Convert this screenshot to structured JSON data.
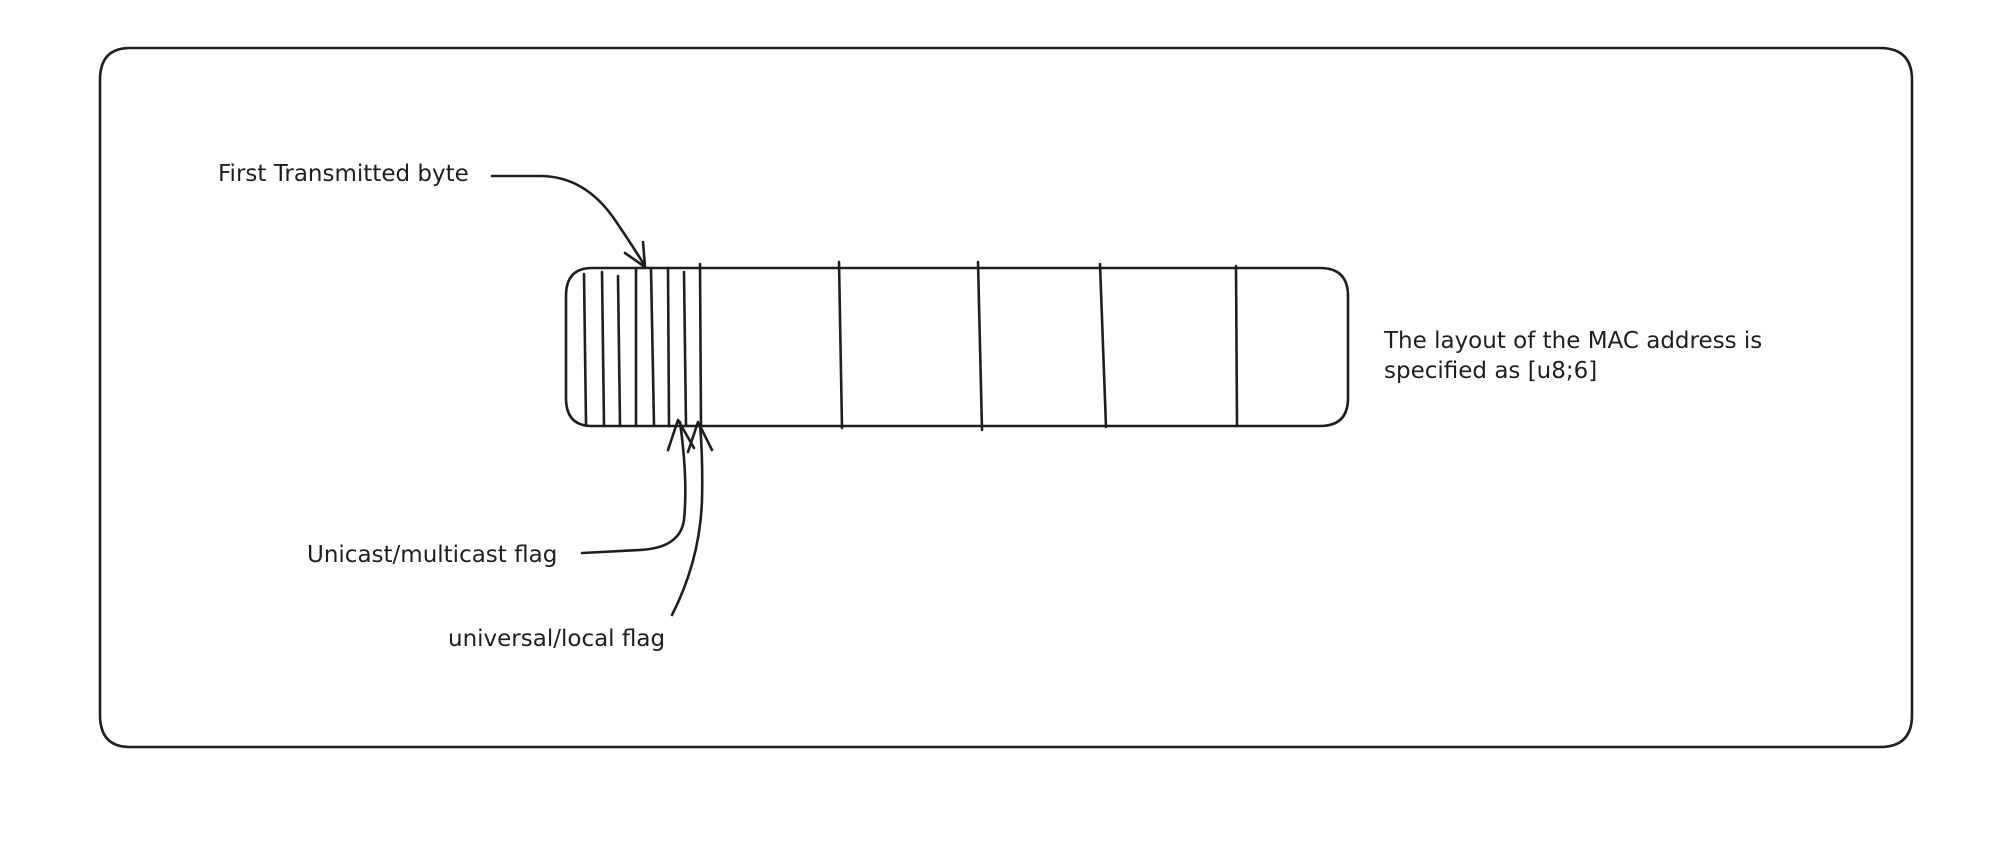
{
  "annotations": {
    "first_byte": "First Transmitted byte",
    "unicast_flag": "Unicast/multicast flag",
    "universal_flag": "universal/local flag"
  },
  "description": {
    "line1": "The layout of the MAC address is",
    "line2": "specified as [u8;6]"
  },
  "colors": {
    "stroke": "#1e1e1e",
    "background": "#ffffff"
  }
}
